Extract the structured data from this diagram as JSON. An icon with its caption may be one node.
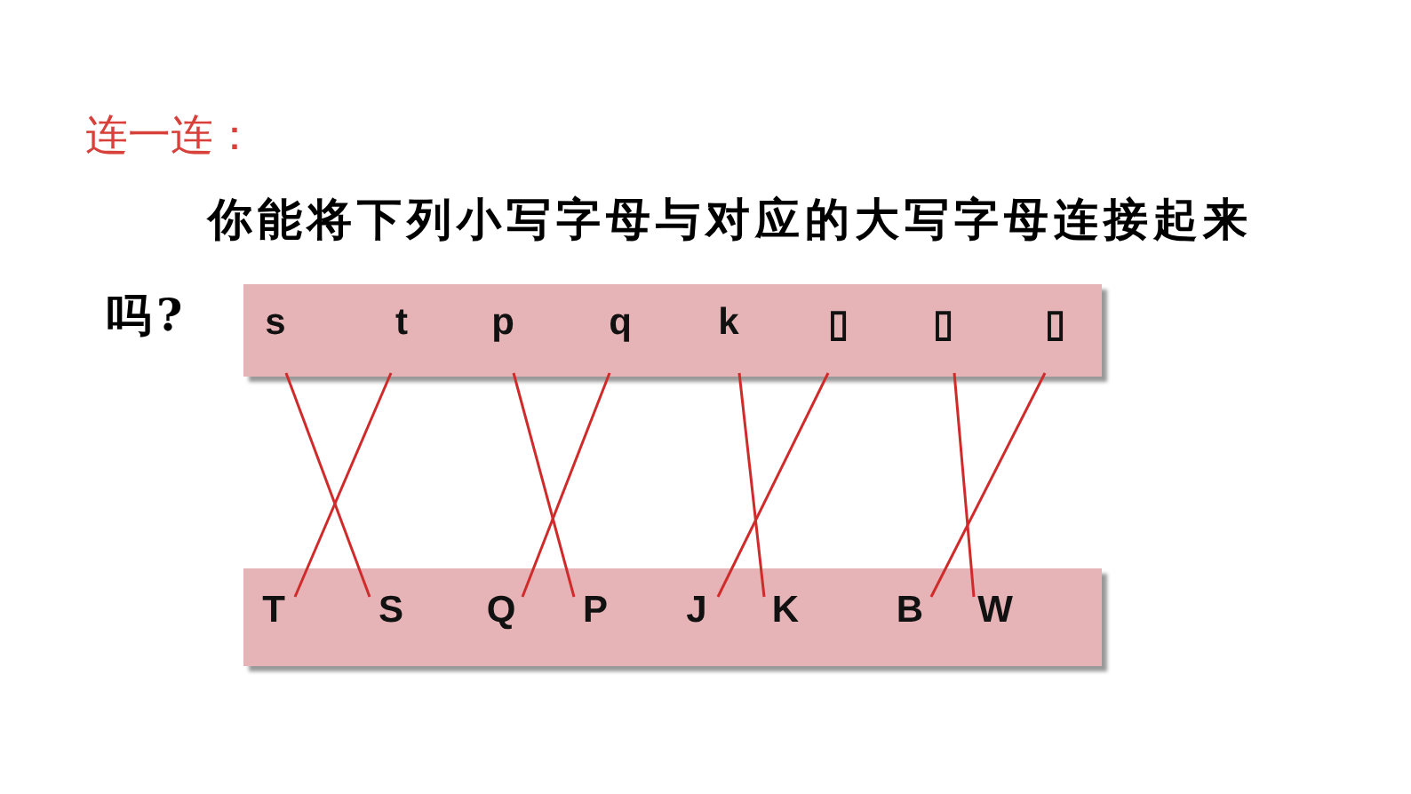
{
  "diagram": {
    "title": "连一连：",
    "nodes": [
      {
        "text": [],
        "shape": "bar"
      },
      {
        "text": [],
        "shape": "bar"
      },
      {
        "text": [
          "s"
        ],
        "in": 0
      },
      {
        "text": [
          "t"
        ],
        "in": 0
      },
      {
        "text": [
          "p"
        ],
        "in": 0
      },
      {
        "text": [
          "q"
        ],
        "in": 0
      },
      {
        "text": [
          "k"
        ],
        "in": 0
      },
      {
        "text": [
          "▯"
        ],
        "in": 0
      },
      {
        "text": [
          "▯"
        ],
        "in": 0
      },
      {
        "text": [
          "▯"
        ],
        "in": 0
      },
      {
        "text": [
          "T"
        ],
        "in": 1
      },
      {
        "text": [
          "S"
        ],
        "in": 1
      },
      {
        "text": [
          "Q"
        ],
        "in": 1
      },
      {
        "text": [
          "P"
        ],
        "in": 1
      },
      {
        "text": [
          "J"
        ],
        "in": 1
      },
      {
        "text": [
          "K"
        ],
        "in": 1
      },
      {
        "text": [
          "B"
        ],
        "in": 1
      },
      {
        "text": [
          "W"
        ],
        "in": 1
      }
    ],
    "edges": [
      {
        "from": 2,
        "to": 11,
        "arrow": "none",
        "color": "#d02b2b"
      },
      {
        "from": 3,
        "to": 10,
        "arrow": "none",
        "color": "#d02b2b"
      },
      {
        "from": 4,
        "to": 13,
        "arrow": "none",
        "color": "#d02b2b"
      },
      {
        "from": 5,
        "to": 12,
        "arrow": "none",
        "color": "#d02b2b"
      },
      {
        "from": 6,
        "to": 15,
        "arrow": "none",
        "color": "#d02b2b"
      },
      {
        "from": 7,
        "to": 14,
        "arrow": "none",
        "color": "#d02b2b"
      },
      {
        "from": 8,
        "to": 17,
        "arrow": "none",
        "color": "#d02b2b"
      },
      {
        "from": 9,
        "to": 16,
        "arrow": "none",
        "color": "#d02b2b"
      }
    ],
    "labels": [
      "你能将下列小写字母与对应的大写字母连接起来吗?"
    ]
  }
}
